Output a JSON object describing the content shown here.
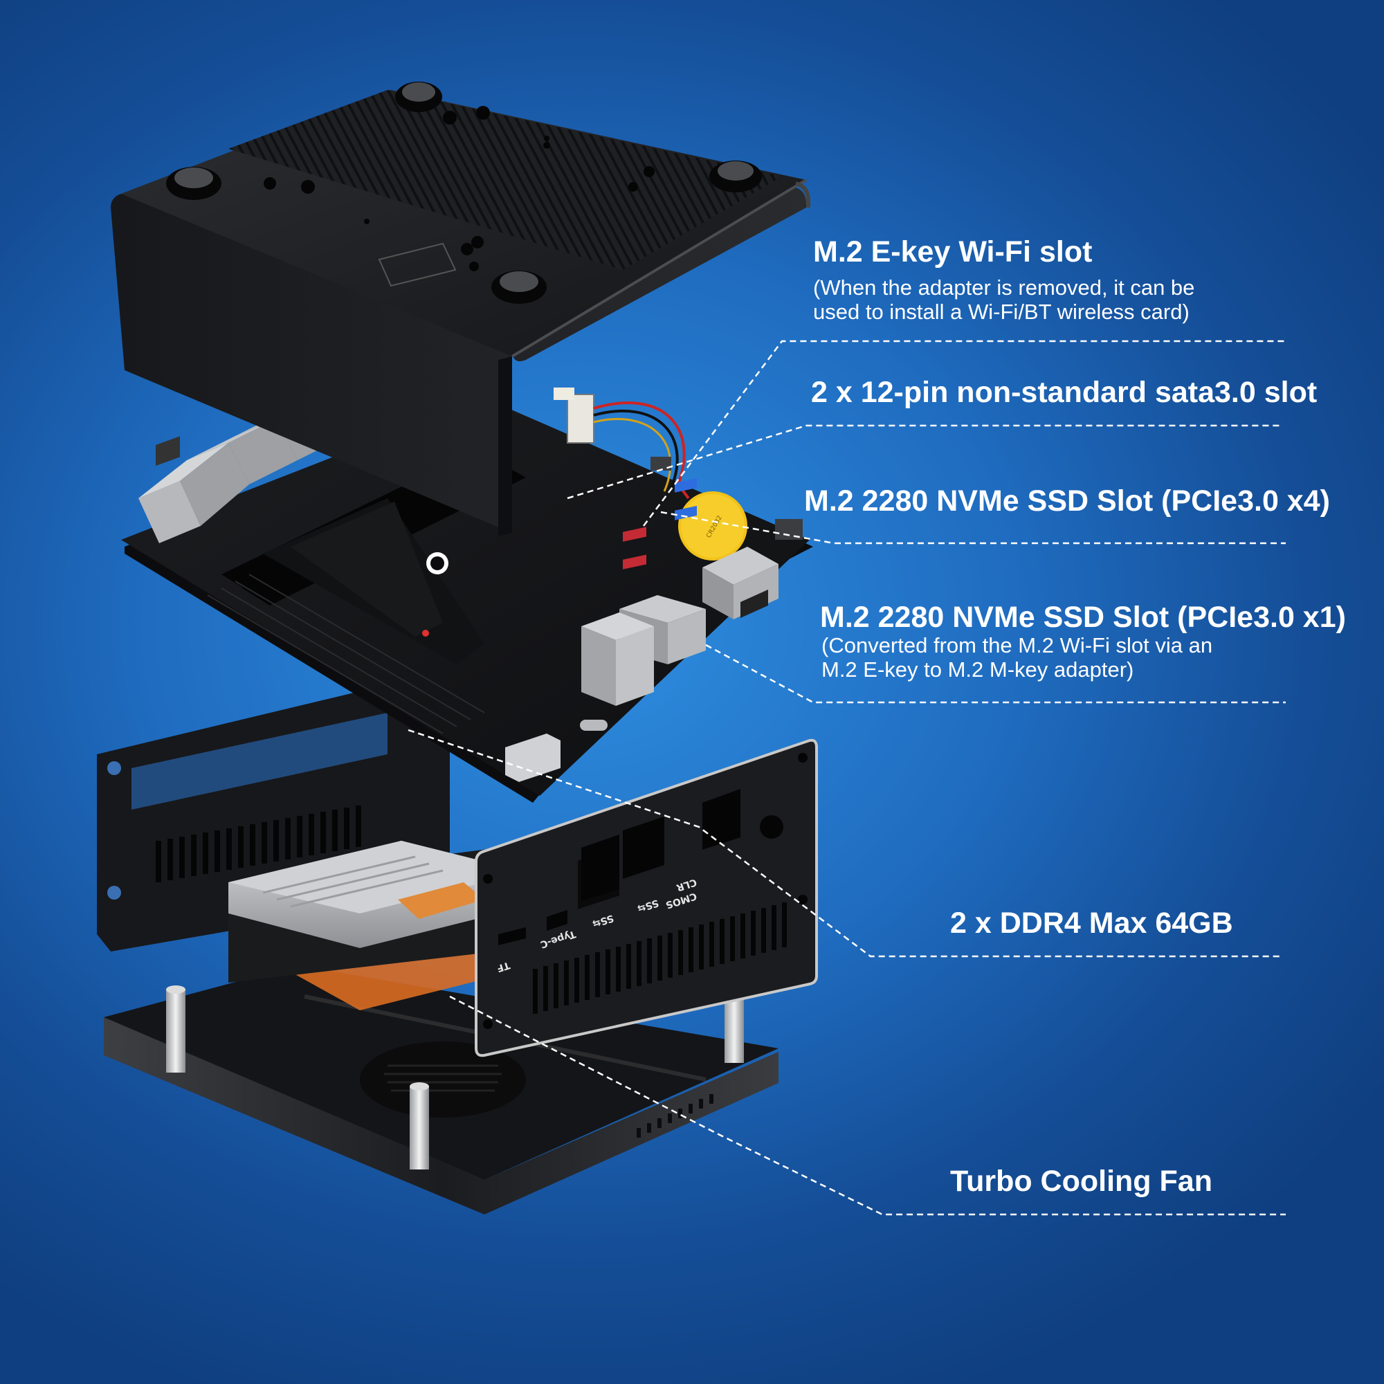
{
  "callouts": [
    {
      "title": "M.2 E-key Wi-Fi slot",
      "sub": [
        "(When the adapter is removed, it can be",
        "used to install a Wi-Fi/BT wireless card)"
      ]
    },
    {
      "title": "2 x 12-pin non-standard sata3.0 slot"
    },
    {
      "title": "M.2 2280 NVMe SSD Slot (PCIe3.0 x4)"
    },
    {
      "title": "M.2 2280 NVMe SSD Slot (PCIe3.0 x1)",
      "sub": [
        "(Converted from the M.2 Wi-Fi slot via an",
        "M.2 E-key to M.2 M-key adapter)"
      ]
    },
    {
      "title": "2 x DDR4 Max 64GB"
    },
    {
      "title": "Turbo Cooling Fan"
    }
  ],
  "port_labels": {
    "tf": "TF",
    "type_c": "Type-C",
    "ss1": "SS⇆",
    "ss2": "SS⇆",
    "clr": "CLR",
    "cmos": "CMOS"
  },
  "colors": {
    "background": "#1f6cc0",
    "case": "#1e1f22",
    "text": "#ffffff"
  }
}
